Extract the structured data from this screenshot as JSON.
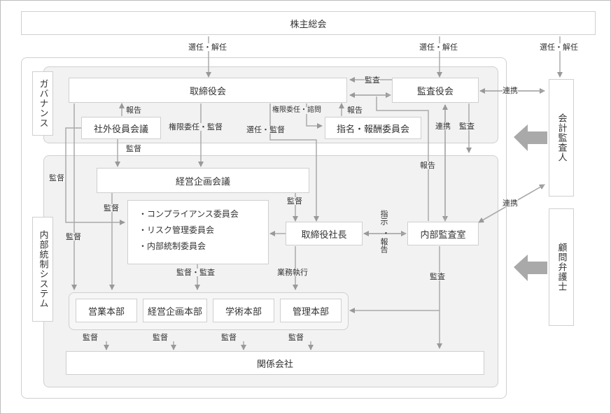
{
  "nodes": {
    "shareholders": "株主総会",
    "board": "取締役会",
    "audit_board": "監査役会",
    "outside_officers": "社外役員会議",
    "nomination": "指名・報酬委員会",
    "management_planning": "経営企画会議",
    "president": "取締役社長",
    "internal_audit": "内部監査室",
    "accounting_auditor": "会計監査人",
    "legal_counsel": "顧問弁護士",
    "sales": "営業本部",
    "planning": "経営企画本部",
    "academic": "学術本部",
    "admin": "管理本部",
    "affiliates": "関係会社"
  },
  "committees": [
    "・コンプライアンス委員会",
    "・リスク管理委員会",
    "・内部統制委員会"
  ],
  "regions": {
    "governance": "ガバナンス",
    "internal_control": "内部統制システム"
  },
  "labels": {
    "elect1": "選任・解任",
    "elect2": "選任・解任",
    "elect3": "選任・解任",
    "audit_top": "監査",
    "report_outside": "報告",
    "delegate_supervise": "権限委任・監督",
    "delegate_consult": "権限委任・諮問",
    "report_nom": "報告",
    "elect_supervise": "選任・監督",
    "cooperate1": "連携",
    "cooperate2": "連携",
    "cooperate3": "連携",
    "audit_right": "監査",
    "supervise_outside": "監督",
    "supervise_left": "監督",
    "supervise_left2": "監督",
    "supervise_left3": "監督",
    "report_internal": "報告",
    "supervise_plan": "監督",
    "supervise_audit": "監督・監査",
    "business_exec": "業務執行",
    "instruct": "指示",
    "report_vert": "報告",
    "audit_lower": "監査",
    "sv1": "監督",
    "sv2": "監督",
    "sv3": "監督",
    "sv4": "監督"
  }
}
